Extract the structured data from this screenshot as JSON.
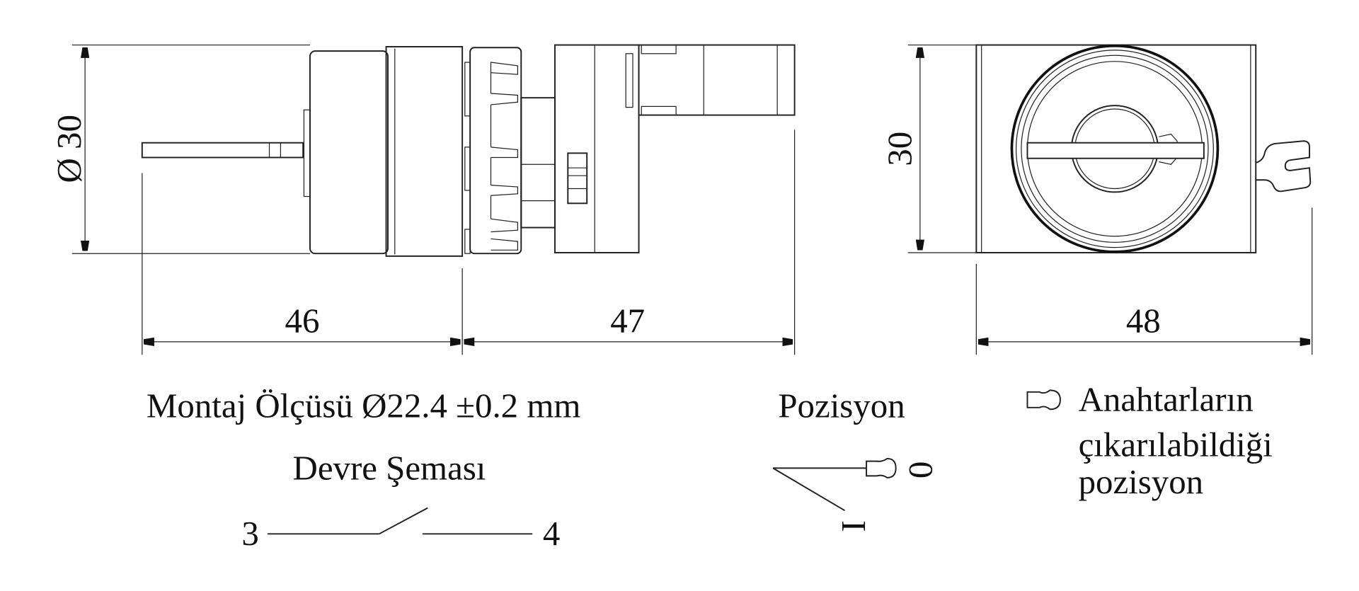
{
  "dimensions": {
    "diameter_label": "Ø 30",
    "height_label": "30",
    "front_length": "46",
    "rear_length": "47",
    "width": "48"
  },
  "texts": {
    "mounting": "Montaj Ölçüsü Ø22.4 ±0.2 mm",
    "circuit_title": "Devre Şeması",
    "terminal_left": "3",
    "terminal_right": "4",
    "position_title": "Pozisyon",
    "position_0": "0",
    "position_1": "I",
    "legend_line1": "Anahtarların",
    "legend_line2": "çıkarılabildiği",
    "legend_line3": "pozisyon"
  },
  "icons": {
    "key_removal": "key-icon"
  }
}
